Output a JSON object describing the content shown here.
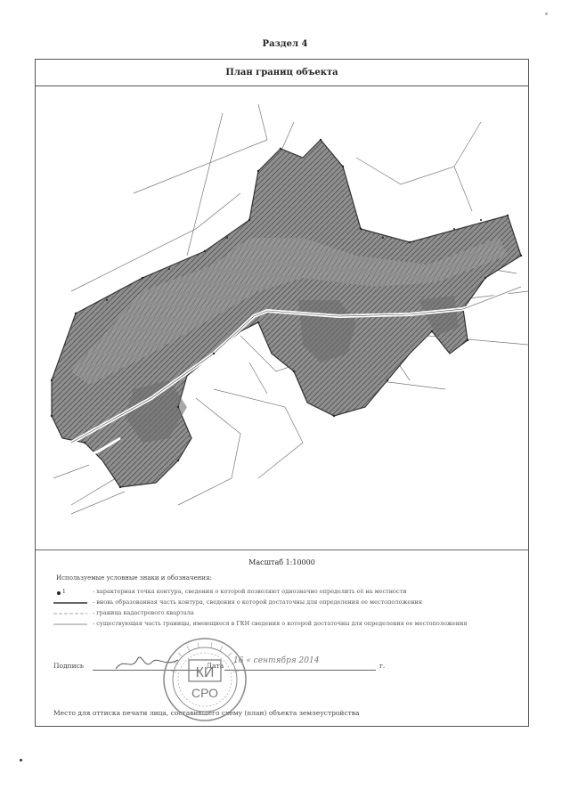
{
  "document": {
    "section_title": "Раздел 4",
    "plan_title": "План границ объекта",
    "scale": "Масштаб 1:10000",
    "legend_title": "Используемые условные знаки и обозначения:",
    "legend": [
      {
        "marker": "1",
        "text": "- характерная точка контура, сведения о которой позволяют однозначно определить её на местности"
      },
      {
        "text": "- вновь образованная часть контура, сведения о которой достаточны для определения ее местоположения"
      },
      {
        "text": "- граница кадастрового квартала"
      },
      {
        "text": "- существующая часть границы, имеющиеся в ГКН сведения о которой достаточны для определения ее местоположения"
      }
    ],
    "signature_label": "Подпись",
    "date_label": "Дата",
    "signature_date": "16 « сентября 2014",
    "year_suffix": "г.",
    "seal_place": "Место для оттиска печати лица, составившего схему (план) объекта землеустройства"
  },
  "stamp": {
    "line1": "КИ",
    "line2": "СРО",
    "color": "#7a7a7a"
  },
  "colors": {
    "object_fill": "#8a8a8a",
    "object_stroke": "#3a3a3a",
    "boundary": "#6b6b6b",
    "road": "#ffffff"
  }
}
